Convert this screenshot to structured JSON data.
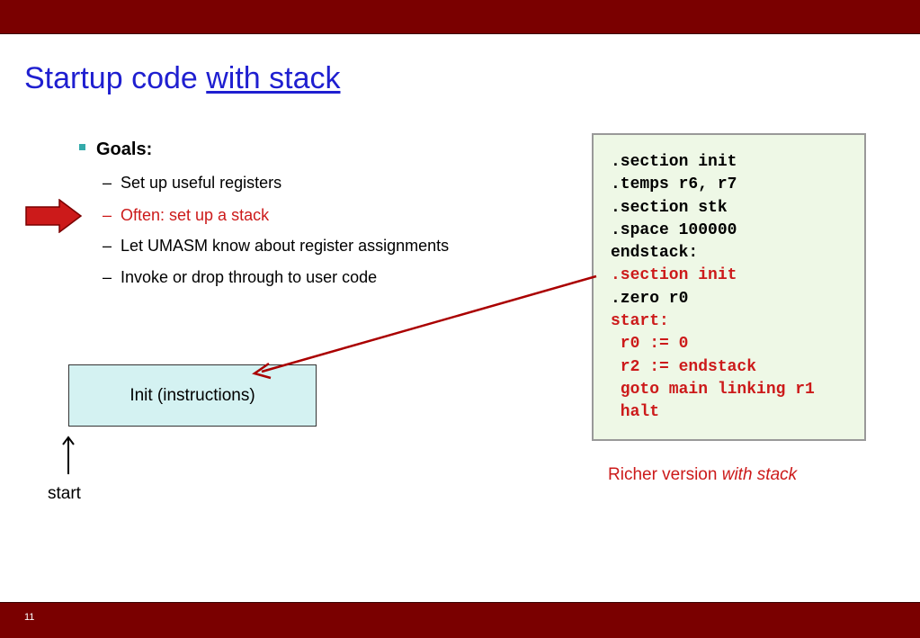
{
  "slide": {
    "title_plain": "Startup code ",
    "title_link": "with stack",
    "number": "11"
  },
  "goals": {
    "heading": "Goals:",
    "items": [
      {
        "text": "Set up useful registers"
      },
      {
        "text": "Often: set up a stack"
      },
      {
        "text": "Let UMASM know about register assignments"
      },
      {
        "text": "Invoke or drop through to user code"
      }
    ],
    "dash": "–"
  },
  "diagram": {
    "init_box_label": "Init (instructions)",
    "start_label": "start"
  },
  "code": {
    "lines": [
      ".section init",
      ".temps r6, r7",
      ".section stk",
      ".space 100000",
      "endstack:",
      ".section init",
      ".zero r0",
      "start:",
      " r0 := 0",
      " r2 := endstack",
      " goto main linking r1",
      " halt"
    ]
  },
  "caption": {
    "plain": "Richer version ",
    "italic": "with stack"
  },
  "colors": {
    "bar": "#7a0000",
    "title": "#1f1fd0",
    "highlight_red": "#cc1a1a",
    "bullet": "#33aaaa",
    "init_box": "#d4f2f2",
    "code_box": "#eef8e6"
  }
}
